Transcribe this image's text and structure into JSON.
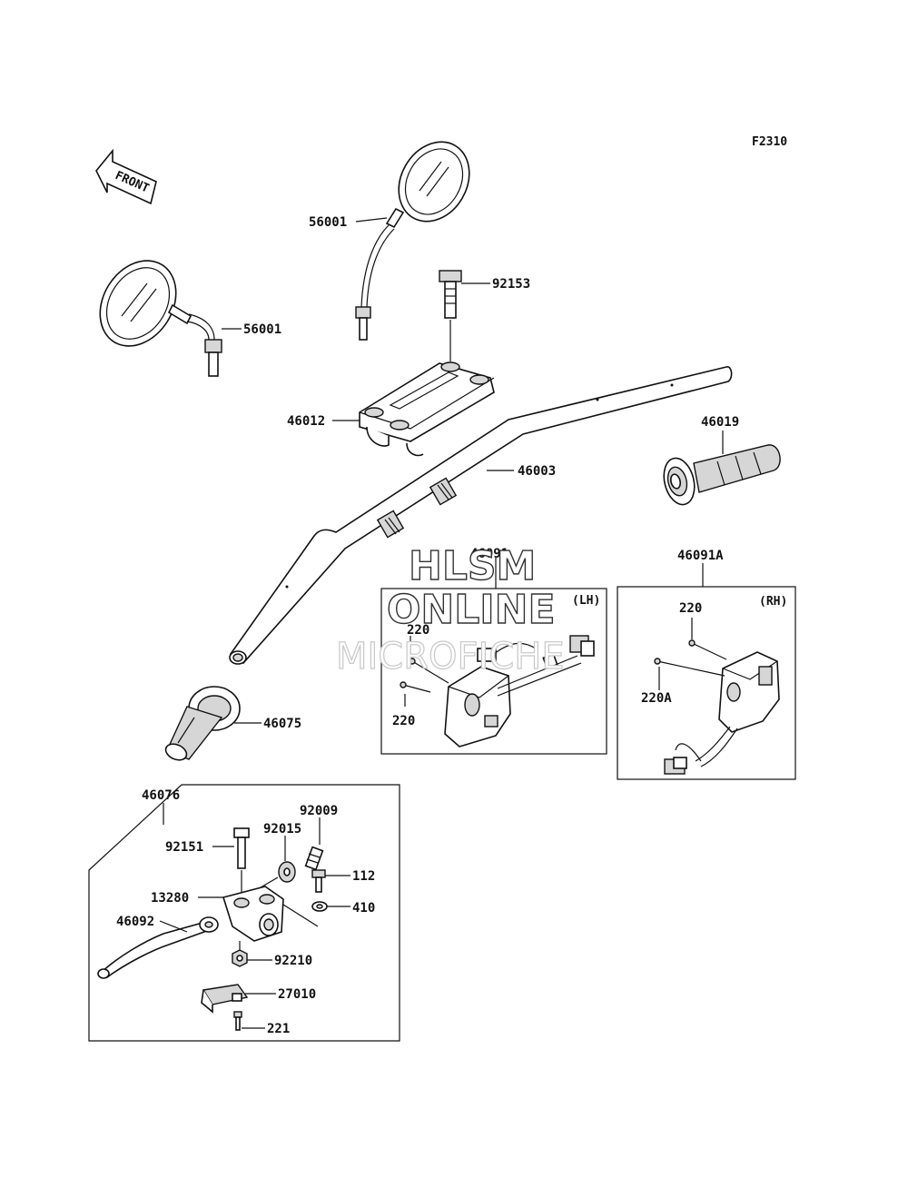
{
  "figure_code": "F2310",
  "front_arrow_label": "FRONT",
  "labels": {
    "mirror_top": "56001",
    "mirror_left": "56001",
    "bolt_92153": "92153",
    "holder_46012": "46012",
    "handlebar_46003": "46003",
    "grip_46019": "46019",
    "grip_46075": "46075",
    "lever_assy_46076": "46076",
    "switch_lh": "46091",
    "switch_rh": "46091A",
    "lh_tag": "(LH)",
    "rh_tag": "(RH)",
    "lh_screw_a": "220",
    "lh_screw_b": "220",
    "rh_screw_a": "220",
    "rh_screw_b": "220A",
    "bolt_92151": "92151",
    "part_92015": "92015",
    "part_92009": "92009",
    "bolt_112": "112",
    "washer_410": "410",
    "holder_13280": "13280",
    "lever_46092": "46092",
    "nut_92210": "92210",
    "switch_27010": "27010",
    "screw_221": "221"
  },
  "watermark": {
    "line1": "HLSM",
    "line2": "ONLINE",
    "line3": "MICROFICHE"
  }
}
